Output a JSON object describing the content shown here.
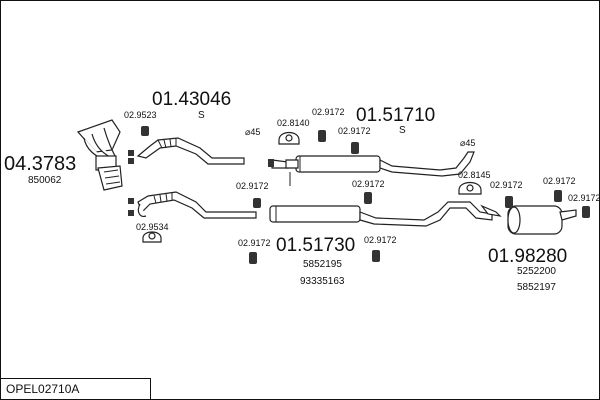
{
  "catalog": {
    "labels": [
      {
        "key": "label-04-3783",
        "text": "04.3783"
      },
      {
        "key": "label-850062",
        "text": "850062"
      },
      {
        "key": "label-01-43046",
        "text": "01.43046"
      },
      {
        "key": "label-s-1",
        "text": "S"
      },
      {
        "key": "label-01-51710",
        "text": "01.51710"
      },
      {
        "key": "label-s-2",
        "text": "S"
      },
      {
        "key": "label-01-51730",
        "text": "01.51730"
      },
      {
        "key": "label-5852195",
        "text": "5852195"
      },
      {
        "key": "label-93335163",
        "text": "93335163"
      },
      {
        "key": "label-01-98280",
        "text": "01.98280"
      },
      {
        "key": "label-5252200",
        "text": "5252200"
      },
      {
        "key": "label-5852197",
        "text": "5852197"
      }
    ],
    "part_numbers": [
      {
        "key": "part-02-9523",
        "text": "02.9523"
      },
      {
        "key": "part-02-8140",
        "text": "02.8140"
      },
      {
        "key": "part-02-9172-a",
        "text": "02.9172"
      },
      {
        "key": "part-02-9172-b",
        "text": "02.9172"
      },
      {
        "key": "part-02-9172-c",
        "text": "02.9172"
      },
      {
        "key": "part-02-9172-d",
        "text": "02.9172"
      },
      {
        "key": "part-02-8145",
        "text": "02.8145"
      },
      {
        "key": "part-02-9172-e",
        "text": "02.9172"
      },
      {
        "key": "part-02-9172-f",
        "text": "02.9172"
      },
      {
        "key": "part-02-9172-g",
        "text": "02.9172"
      },
      {
        "key": "part-02-9534",
        "text": "02.9534"
      },
      {
        "key": "part-02-9172-h",
        "text": "02.9172"
      },
      {
        "key": "part-02-9172-i",
        "text": "02.9172"
      }
    ],
    "diameters": [
      {
        "key": "diameter-45-a",
        "text": "⌀45"
      },
      {
        "key": "diameter-45-b",
        "text": "⌀45"
      }
    ],
    "footer_code": "OPEL02710A"
  }
}
